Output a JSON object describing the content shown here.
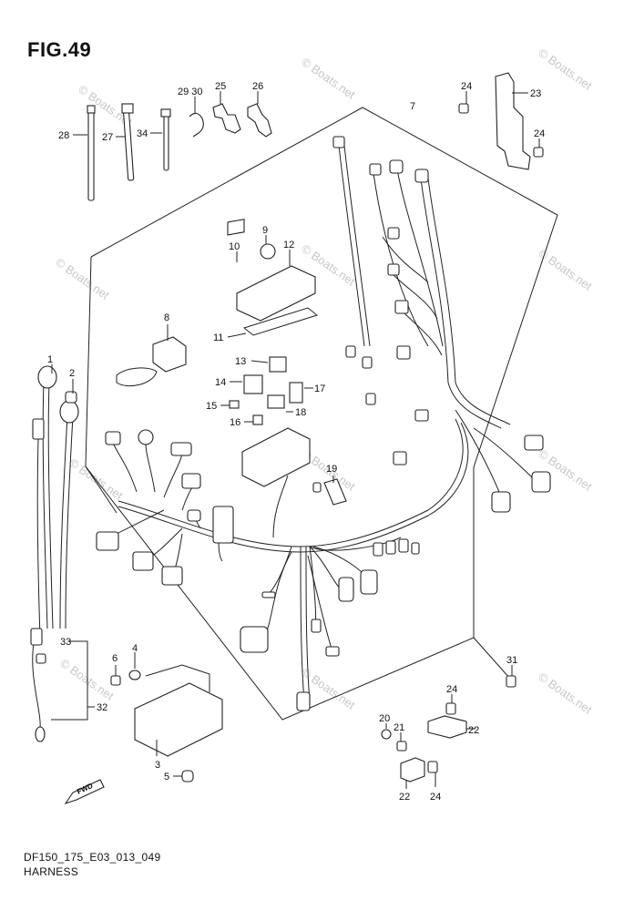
{
  "figure": {
    "title": "FIG.49",
    "code": "DF150_175_E03_013_049",
    "name": "HARNESS"
  },
  "watermark": "© Boats.net",
  "fwd_label": "FWD",
  "callouts": [
    {
      "id": "c1",
      "text": "1"
    },
    {
      "id": "c2",
      "text": "2"
    },
    {
      "id": "c3",
      "text": "3"
    },
    {
      "id": "c4",
      "text": "4"
    },
    {
      "id": "c5",
      "text": "5"
    },
    {
      "id": "c6",
      "text": "6"
    },
    {
      "id": "c7",
      "text": "7"
    },
    {
      "id": "c8",
      "text": "8"
    },
    {
      "id": "c9",
      "text": "9"
    },
    {
      "id": "c10",
      "text": "10"
    },
    {
      "id": "c11",
      "text": "11"
    },
    {
      "id": "c12",
      "text": "12"
    },
    {
      "id": "c13",
      "text": "13"
    },
    {
      "id": "c14",
      "text": "14"
    },
    {
      "id": "c15",
      "text": "15"
    },
    {
      "id": "c16",
      "text": "16"
    },
    {
      "id": "c17",
      "text": "17"
    },
    {
      "id": "c18",
      "text": "18"
    },
    {
      "id": "c19",
      "text": "19"
    },
    {
      "id": "c20",
      "text": "20"
    },
    {
      "id": "c21",
      "text": "21"
    },
    {
      "id": "c22a",
      "text": "22"
    },
    {
      "id": "c22b",
      "text": "22"
    },
    {
      "id": "c23",
      "text": "23"
    },
    {
      "id": "c24a",
      "text": "24"
    },
    {
      "id": "c24b",
      "text": "24"
    },
    {
      "id": "c24c",
      "text": "24"
    },
    {
      "id": "c24d",
      "text": "24"
    },
    {
      "id": "c25",
      "text": "25"
    },
    {
      "id": "c26",
      "text": "26"
    },
    {
      "id": "c27",
      "text": "27"
    },
    {
      "id": "c28",
      "text": "28"
    },
    {
      "id": "c2930",
      "text": "29 30"
    },
    {
      "id": "c31",
      "text": "31"
    },
    {
      "id": "c32",
      "text": "32"
    },
    {
      "id": "c33",
      "text": "33"
    },
    {
      "id": "c34",
      "text": "34"
    }
  ]
}
